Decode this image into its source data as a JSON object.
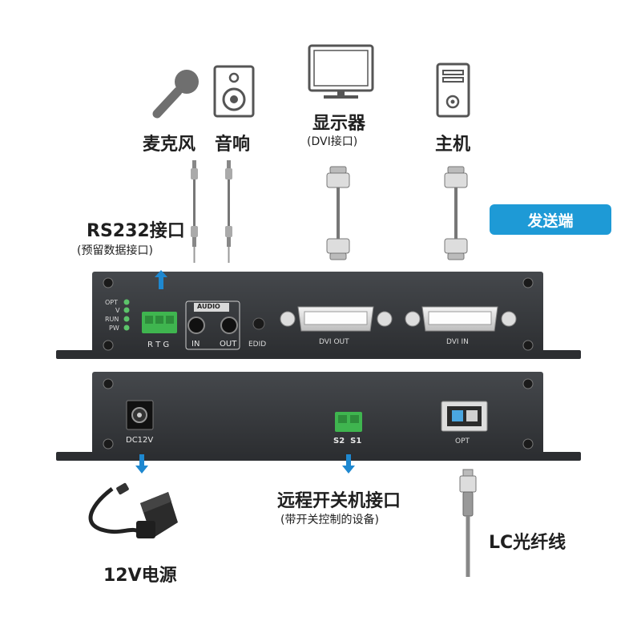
{
  "devices": {
    "microphone": "麦克风",
    "speaker": "音响",
    "monitor": "显示器",
    "monitor_sub": "(DVI接口)",
    "host": "主机"
  },
  "rs232": {
    "title": "RS232接口",
    "subtitle": "(预留数据接口)"
  },
  "badge": "发送端",
  "front_panel": {
    "leds": [
      "OPT",
      "V",
      "RUN",
      "PW"
    ],
    "rtg": "R T G",
    "audio_title": "AUDIO",
    "audio_in": "IN",
    "audio_out": "OUT",
    "edid": "EDID",
    "dvi_out": "DVI OUT",
    "dvi_in": "DVI IN"
  },
  "rear_panel": {
    "dc": "DC12V",
    "switch": "S2  S1",
    "opt": "OPT"
  },
  "bottom": {
    "power": "12V电源",
    "remote_title": "远程开关机接口",
    "remote_sub": "(带开关控制的设备)",
    "fiber": "LC光纤线"
  },
  "colors": {
    "panel": "#37393c",
    "arrow": "#1e88d0",
    "badge": "#1e9ad6",
    "led": "#5cc46a",
    "terminal": "#3fb54f"
  }
}
